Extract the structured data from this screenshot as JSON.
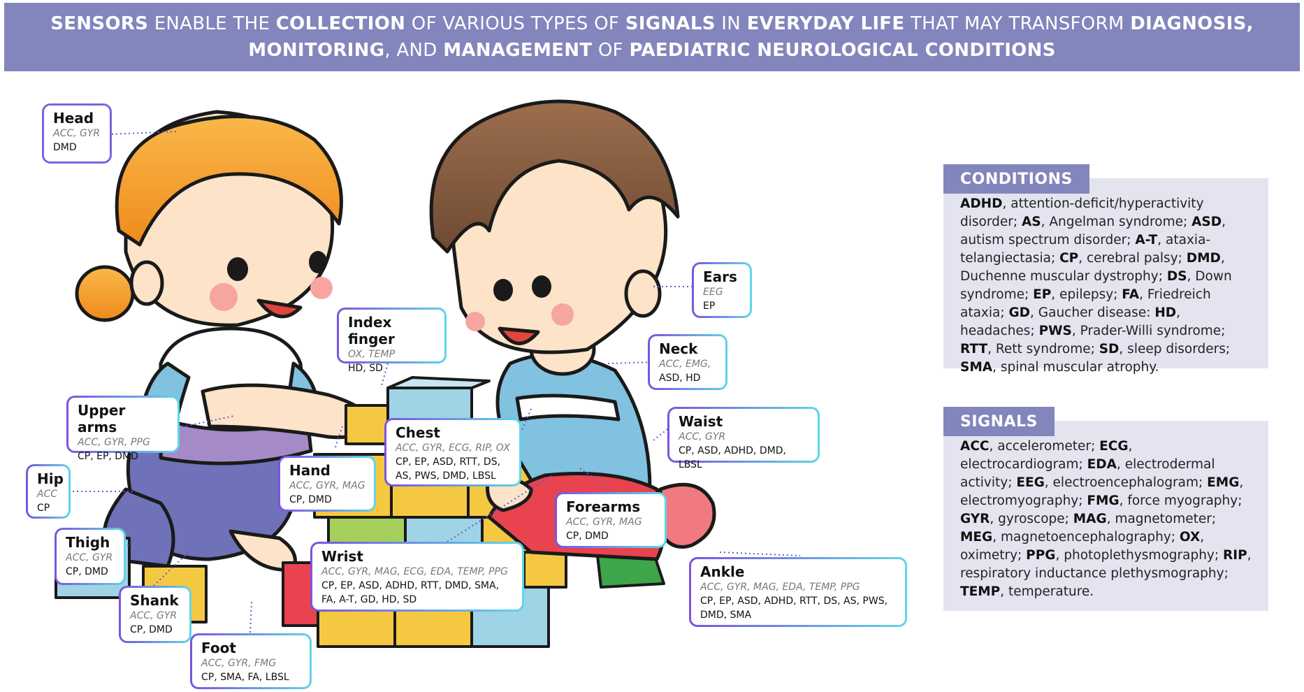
{
  "header": {
    "line1": [
      {
        "text": "SENSORS",
        "bold": true
      },
      {
        "text": " ENABLE THE ",
        "bold": false
      },
      {
        "text": "COLLECTION",
        "bold": true
      },
      {
        "text": " OF VARIOUS TYPES OF ",
        "bold": false
      },
      {
        "text": "SIGNALS",
        "bold": true
      },
      {
        "text": " IN ",
        "bold": false
      },
      {
        "text": "EVERYDAY LIFE",
        "bold": true
      },
      {
        "text": " THAT MAY TRANSFORM ",
        "bold": false
      },
      {
        "text": "DIAGNOSIS,",
        "bold": true
      }
    ],
    "line2": [
      {
        "text": "MONITORING",
        "bold": true
      },
      {
        "text": ", AND ",
        "bold": false
      },
      {
        "text": "MANAGEMENT",
        "bold": true
      },
      {
        "text": " OF ",
        "bold": false
      },
      {
        "text": "PAEDIATRIC NEUROLOGICAL CONDITIONS",
        "bold": true
      }
    ]
  },
  "callouts": [
    {
      "id": "head",
      "title": "Head",
      "signals": "ACC, GYR",
      "conditions": "DMD"
    },
    {
      "id": "index-finger",
      "title": "Index finger",
      "signals": "OX, TEMP",
      "conditions": "HD, SD"
    },
    {
      "id": "ears",
      "title": "Ears",
      "signals": "EEG",
      "conditions": "EP"
    },
    {
      "id": "neck",
      "title": "Neck",
      "signals": "ACC, EMG,",
      "conditions": "ASD, HD"
    },
    {
      "id": "upper-arms",
      "title": "Upper arms",
      "signals": "ACC, GYR, PPG",
      "conditions": "CP, EP, DMD"
    },
    {
      "id": "chest",
      "title": "Chest",
      "signals": "ACC, GYR, ECG, RIP, OX",
      "conditions": "CP, EP, ASD, RTT, DS, AS, PWS, DMD, LBSL"
    },
    {
      "id": "waist",
      "title": "Waist",
      "signals": "ACC, GYR",
      "conditions": "CP, ASD, ADHD, DMD, LBSL"
    },
    {
      "id": "hip",
      "title": "Hip",
      "signals": "ACC",
      "conditions": "CP"
    },
    {
      "id": "hand",
      "title": "Hand",
      "signals": "ACC, GYR, MAG",
      "conditions": "CP, DMD"
    },
    {
      "id": "forearms",
      "title": "Forearms",
      "signals": "ACC, GYR, MAG",
      "conditions": "CP, DMD"
    },
    {
      "id": "thigh",
      "title": "Thigh",
      "signals": "ACC, GYR",
      "conditions": "CP, DMD"
    },
    {
      "id": "wrist",
      "title": "Wrist",
      "signals": "ACC, GYR, MAG, ECG, EDA, TEMP, PPG",
      "conditions": "CP, EP, ASD, ADHD, RTT, DMD, SMA, FA, A-T, GD, HD, SD"
    },
    {
      "id": "ankle",
      "title": "Ankle",
      "signals": "ACC, GYR, MAG, EDA, TEMP, PPG",
      "conditions": "CP, EP, ASD, ADHD, RTT, DS, AS, PWS, DMD, SMA"
    },
    {
      "id": "shank",
      "title": "Shank",
      "signals": "ACC, GYR",
      "conditions": "CP, DMD"
    },
    {
      "id": "foot",
      "title": "Foot",
      "signals": "ACC, GYR, FMG",
      "conditions": "CP, SMA, FA, LBSL"
    }
  ],
  "conditions_panel": {
    "title": "CONDITIONS",
    "entries": [
      {
        "abbr": "ADHD",
        "text": ", attention-deficit/hyperactivity disorder; "
      },
      {
        "abbr": "AS",
        "text": ", Angelman syndrome; "
      },
      {
        "abbr": "ASD",
        "text": ", autism spectrum disorder; "
      },
      {
        "abbr": "A-T",
        "text": ", ataxia-telangiectasia; "
      },
      {
        "abbr": "CP",
        "text": ", cerebral palsy; "
      },
      {
        "abbr": "DMD",
        "text": ", Duchenne muscular dystrophy; "
      },
      {
        "abbr": "DS",
        "text": ", Down syndrome; "
      },
      {
        "abbr": "EP",
        "text": ", epilepsy; "
      },
      {
        "abbr": "FA",
        "text": ", Friedreich ataxia; "
      },
      {
        "abbr": "GD",
        "text": ", Gaucher disease: "
      },
      {
        "abbr": "HD",
        "text": ", headaches; "
      },
      {
        "abbr": "PWS",
        "text": ", Prader-Willi syndrome; "
      },
      {
        "abbr": "RTT",
        "text": ", Rett syndrome; "
      },
      {
        "abbr": "SD",
        "text": ", sleep disorders; "
      },
      {
        "abbr": "SMA",
        "text": ", spinal muscular atrophy."
      }
    ]
  },
  "signals_panel": {
    "title": "SIGNALS",
    "entries": [
      {
        "abbr": "ACC",
        "text": ", accelerometer; "
      },
      {
        "abbr": "ECG",
        "text": ", electrocardiogram; "
      },
      {
        "abbr": "EDA",
        "text": ", electrodermal activity; "
      },
      {
        "abbr": "EEG",
        "text": ", electroencephalogram; "
      },
      {
        "abbr": "EMG",
        "text": ", electromyography; "
      },
      {
        "abbr": "FMG",
        "text": ", force myography; "
      },
      {
        "abbr": "GYR",
        "text": ", gyroscope; "
      },
      {
        "abbr": "MAG",
        "text": ", magnetometer; "
      },
      {
        "abbr": "MEG",
        "text": ", magnetoencephalography; "
      },
      {
        "abbr": "OX",
        "text": ", oximetry; "
      },
      {
        "abbr": "PPG",
        "text": ", photoplethysmography; "
      },
      {
        "abbr": "RIP",
        "text": ", respiratory inductance plethysmography; "
      },
      {
        "abbr": "TEMP",
        "text": ", temperature."
      }
    ]
  }
}
